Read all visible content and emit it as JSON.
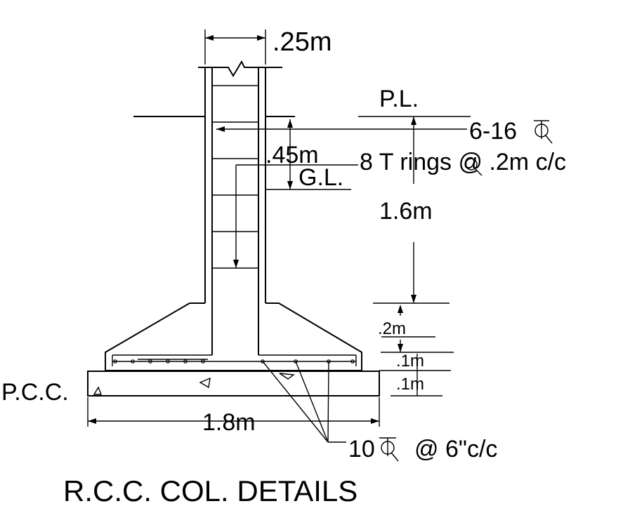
{
  "title": "R.C.C. COL. DETAILS",
  "labels": {
    "column_width": ".25m",
    "plinth_level": "P.L.",
    "main_bars": "6-16",
    "depth_pl_gl": ".45m",
    "ties": "8 T  rings @ .2m c/c",
    "ground_level": "G.L.",
    "depth": "1.6m",
    "footing_slope_depth": ".2m",
    "footing_base_depth": ".1m",
    "pcc_depth": ".1m",
    "pcc": "P.C.C.",
    "footing_width": "1.8m",
    "base_bars": "10",
    "base_bars_spacing": "@ 6\"c/c"
  }
}
